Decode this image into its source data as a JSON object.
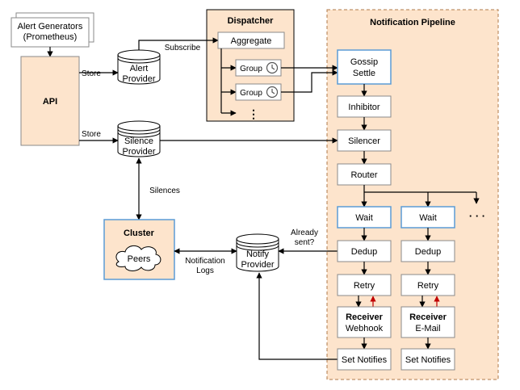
{
  "alert_generators": {
    "line1": "Alert Generators",
    "line2": "(Prometheus)"
  },
  "api": {
    "label": "API"
  },
  "alert_provider": {
    "line1": "Alert",
    "line2": "Provider"
  },
  "silence_provider": {
    "line1": "Silence",
    "line2": "Provider"
  },
  "notify_provider": {
    "line1": "Notify",
    "line2": "Provider"
  },
  "edges": {
    "store_alerts": "Store",
    "store_silences": "Store",
    "subscribe": "Subscribe",
    "silences": "Silences",
    "notification_logs_1": "Notification",
    "notification_logs_2": "Logs",
    "already_sent_1": "Already",
    "already_sent_2": "sent?"
  },
  "dispatcher": {
    "title": "Dispatcher",
    "aggregate": "Aggregate",
    "groups": [
      "Group",
      "Group"
    ],
    "more": "⋮"
  },
  "cluster": {
    "title": "Cluster",
    "peers": "Peers"
  },
  "pipeline": {
    "title": "Notification Pipeline",
    "gossip_1": "Gossip",
    "gossip_2": "Settle",
    "inhibitor": "Inhibitor",
    "silencer": "Silencer",
    "router": "Router",
    "more": "· · ·",
    "branches": [
      {
        "wait": "Wait",
        "dedup": "Dedup",
        "retry": "Retry",
        "receiver": "Receiver",
        "receiver_type": "Webhook",
        "set_notifies": "Set Notifies"
      },
      {
        "wait": "Wait",
        "dedup": "Dedup",
        "retry": "Retry",
        "receiver": "Receiver",
        "receiver_type": "E-Mail",
        "set_notifies": "Set Notifies"
      }
    ]
  }
}
